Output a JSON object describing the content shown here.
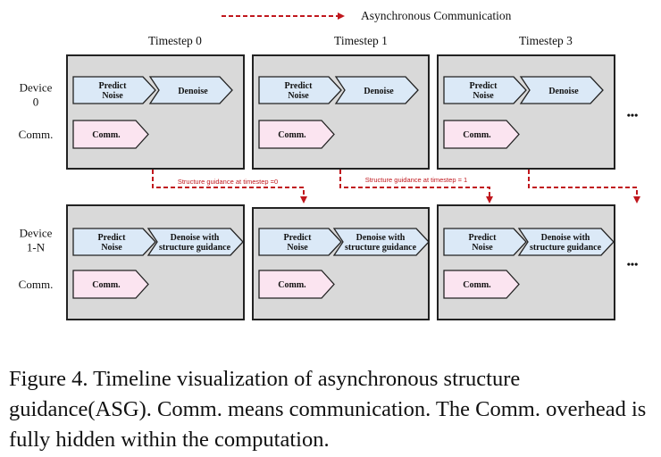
{
  "legend": {
    "label": "Asynchronous Communication",
    "color": "#c0171d"
  },
  "timesteps": [
    "Timestep 0",
    "Timestep 1",
    "Timestep 3"
  ],
  "rows": {
    "device0": [
      "Device",
      "0"
    ],
    "device1n": [
      "Device",
      "1-N"
    ],
    "comm_label": "Comm."
  },
  "blocks": {
    "predict": [
      "Predict",
      "Noise"
    ],
    "denoise": "Denoise",
    "denoise_sg": [
      "Denoise  with",
      "structure guidance"
    ],
    "comm": "Comm."
  },
  "guidance_labels": [
    "Structure guidance at timestep =0",
    "Structure guidance at timestep = 1"
  ],
  "ellipsis": "•••",
  "caption": "Figure 4. Timeline visualization of asynchronous structure guidance(ASG). Comm. means communication. The Comm. overhead is fully hidden within the computation.",
  "colors": {
    "panel_fill": "#d9d9d9",
    "predict_fill": "#dbe9f7",
    "comm_fill": "#fbe4f0",
    "outline": "#222222"
  }
}
